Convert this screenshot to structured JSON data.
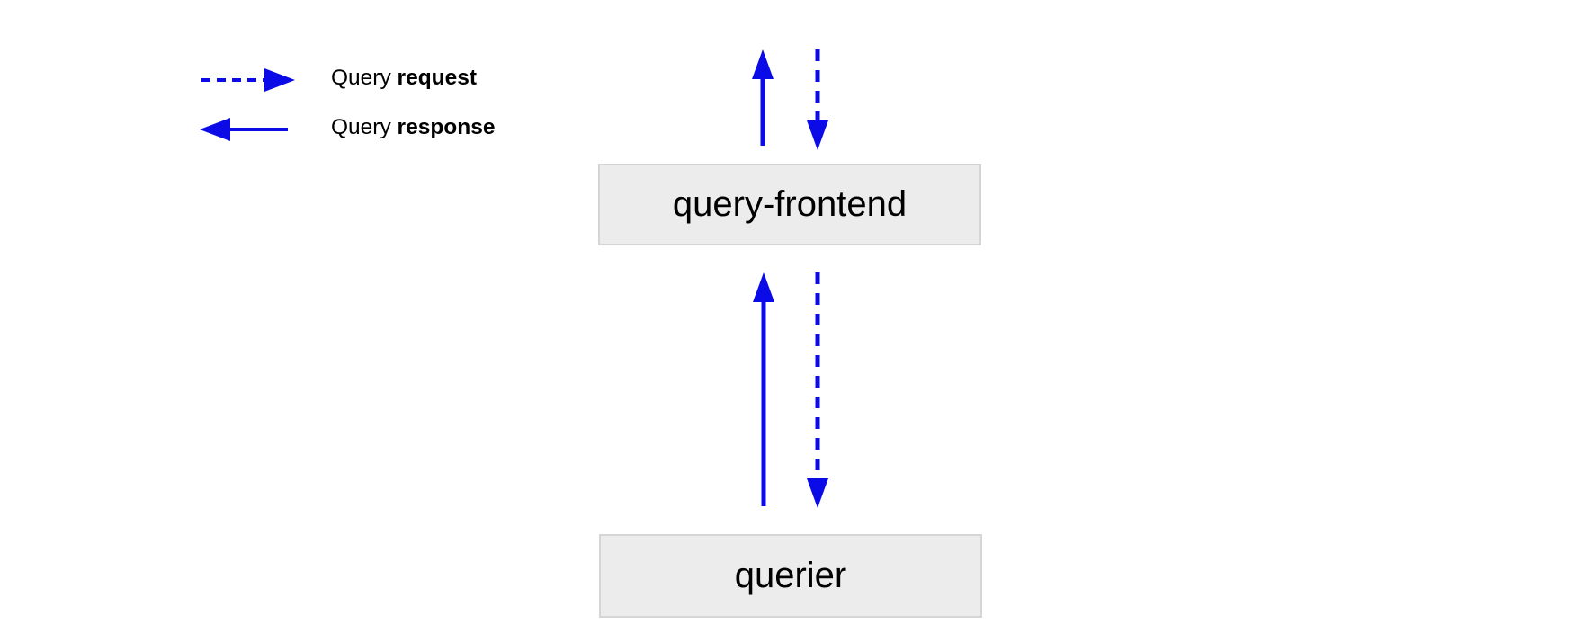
{
  "colors": {
    "arrow": "#0b0be8",
    "node-fill": "#ececec",
    "node-border": "#d5d5d5",
    "text": "#000000",
    "canvas-bg": "#ffffff"
  },
  "legend": {
    "request": {
      "prefix": "Query ",
      "bold": "request"
    },
    "response": {
      "prefix": "Query ",
      "bold": "response"
    }
  },
  "nodes": {
    "frontend": {
      "label": "query-frontend"
    },
    "querier": {
      "label": "querier"
    }
  },
  "edges": [
    {
      "at": "above-query-frontend",
      "direction": "down-into-query-frontend",
      "style": "dashed",
      "meaning": "query request"
    },
    {
      "at": "above-query-frontend",
      "direction": "up-out-of-query-frontend",
      "style": "solid",
      "meaning": "query response"
    },
    {
      "at": "between-boxes",
      "direction": "down-from-query-frontend-to-querier",
      "style": "dashed",
      "meaning": "query request"
    },
    {
      "at": "between-boxes",
      "direction": "up-from-querier-to-query-frontend",
      "style": "solid",
      "meaning": "query response"
    }
  ]
}
